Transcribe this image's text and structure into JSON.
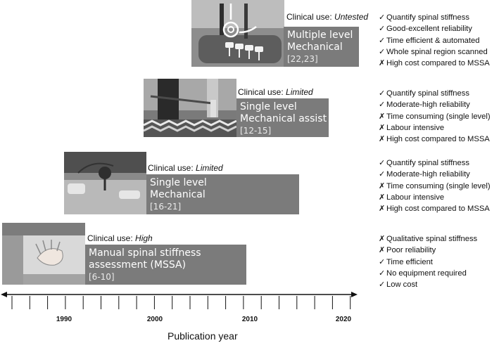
{
  "tiers": [
    {
      "id": "multiple-level",
      "clinical_prefix": "Clinical use: ",
      "clinical_value": "Untested",
      "title_line1": "Multiple level",
      "title_line2": "Mechanical",
      "refs": "[22,23]",
      "features": [
        {
          "mark": "✓",
          "text": "Quantify spinal stiffness"
        },
        {
          "mark": "✓",
          "text": "Good-excellent reliability"
        },
        {
          "mark": "✓",
          "text": "Time efficient & automated"
        },
        {
          "mark": "✓",
          "text": "Whole spinal region scanned"
        },
        {
          "mark": "✗",
          "text": "High cost compared to MSSA"
        }
      ]
    },
    {
      "id": "single-level-assist",
      "clinical_prefix": "Clinical use: ",
      "clinical_value": "Limited",
      "title_line1": "Single level",
      "title_line2": "Mechanical assist",
      "refs": "[12-15]",
      "features": [
        {
          "mark": "✓",
          "text": "Quantify spinal stiffness"
        },
        {
          "mark": "✓",
          "text": "Moderate-high reliability"
        },
        {
          "mark": "✗",
          "text": "Time consuming (single level)"
        },
        {
          "mark": "✗",
          "text": "Labour intensive"
        },
        {
          "mark": "✗",
          "text": "High cost compared to MSSA"
        }
      ]
    },
    {
      "id": "single-level-mechanical",
      "clinical_prefix": "Clinical use: ",
      "clinical_value": "Limited",
      "title_line1": "Single level",
      "title_line2": "Mechanical",
      "refs": "[16-21]",
      "features": [
        {
          "mark": "✓",
          "text": "Quantify spinal stiffness"
        },
        {
          "mark": "✓",
          "text": "Moderate-high reliability"
        },
        {
          "mark": "✗",
          "text": "Time consuming (single level)"
        },
        {
          "mark": "✗",
          "text": "Labour intensive"
        },
        {
          "mark": "✗",
          "text": "High cost compared to MSSA"
        }
      ]
    },
    {
      "id": "manual",
      "clinical_prefix": "Clinical use: ",
      "clinical_value": "High",
      "title_line1": "Manual spinal stiffness",
      "title_line2": "assessment (MSSA)",
      "refs": "[6-10]",
      "features": [
        {
          "mark": "✗",
          "text": "Qualitative spinal stiffness"
        },
        {
          "mark": "✗",
          "text": "Poor reliability"
        },
        {
          "mark": "✓",
          "text": "Time efficient"
        },
        {
          "mark": "✓",
          "text": "No equipment required"
        },
        {
          "mark": "✓",
          "text": "Low cost"
        }
      ]
    }
  ],
  "axis": {
    "title": "Publication year",
    "tick_labels": [
      "1990",
      "2000",
      "2010",
      "2020"
    ]
  }
}
